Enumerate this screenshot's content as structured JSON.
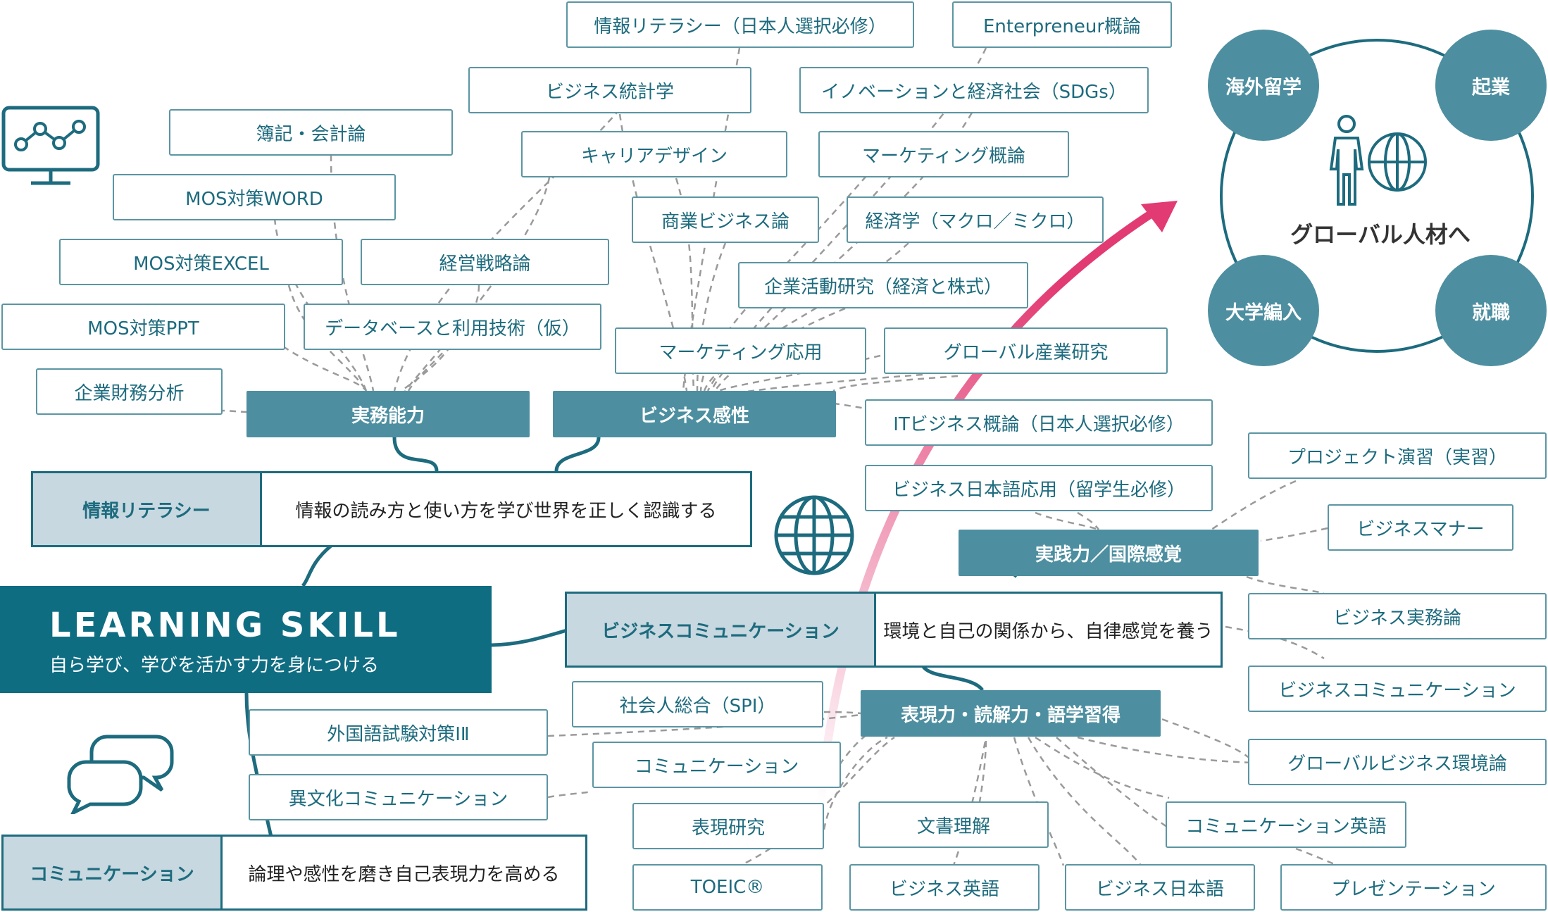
{
  "main": {
    "title": "LEARNING SKILL",
    "subtitle": "自ら学び、学びを活かす力を身につける"
  },
  "categories": {
    "info": {
      "label": "情報リテラシー",
      "desc": "情報の読み方と使い方を学び世界を正しく認識する"
    },
    "biz": {
      "label": "ビジネスコミュニケーション",
      "desc": "環境と自己の関係から、自律感覚を養う"
    },
    "comm": {
      "label": "コミュニケーション",
      "desc": "論理や感性を磨き自己表現力を高める"
    }
  },
  "hubs": {
    "jitsumu": "実務能力",
    "kansei": "ビジネス感性",
    "jissen": "実践力／国際感覚",
    "hyogen": "表現力・読解力・語学習得"
  },
  "courses": {
    "c01": "情報リテラシー（日本人選択必修）",
    "c02": "Enterpreneur概論",
    "c03": "ビジネス統計学",
    "c04": "イノベーションと経済社会（SDGs）",
    "c05": "簿記・会計論",
    "c06": "キャリアデザイン",
    "c07": "マーケティング概論",
    "c08": "MOS対策WORD",
    "c09": "商業ビジネス論",
    "c10": "経済学（マクロ／ミクロ）",
    "c11": "MOS対策EXCEL",
    "c12": "経営戦略論",
    "c13": "企業活動研究（経済と株式）",
    "c14": "MOS対策PPT",
    "c15": "データベースと利用技術（仮）",
    "c16": "マーケティング応用",
    "c17": "グローバル産業研究",
    "c18": "企業財務分析",
    "c19": "ITビジネス概論（日本人選択必修）",
    "c20": "プロジェクト演習（実習）",
    "c21": "ビジネス日本語応用（留学生必修）",
    "c22": "ビジネスマナー",
    "c23": "ビジネス実務論",
    "c24": "ビジネスコミュニケーション",
    "c25": "社会人総合（SPI）",
    "c26": "外国語試験対策ⅠⅡ",
    "c27": "グローバルビジネス環境論",
    "c28": "コミュニケーション",
    "c29": "異文化コミュニケーション",
    "c30": "表現研究",
    "c31": "文書理解",
    "c32": "コミュニケーション英語",
    "c33": "TOEIC®",
    "c34": "ビジネス英語",
    "c35": "ビジネス日本語",
    "c36": "プレゼンテーション"
  },
  "goal": {
    "label": "グローバル人材へ",
    "items": [
      "海外留学",
      "起業",
      "大学編入",
      "就職"
    ]
  },
  "colors": {
    "primary": "#0f6d82",
    "hub": "#4d8fa0",
    "pale": "#c7d8e0",
    "arrow": "#e23a72",
    "dash": "#9a9a9a"
  },
  "icons": [
    "monitor-chart-icon",
    "globe-icon",
    "chat-bubbles-icon",
    "person-globe-icon"
  ]
}
